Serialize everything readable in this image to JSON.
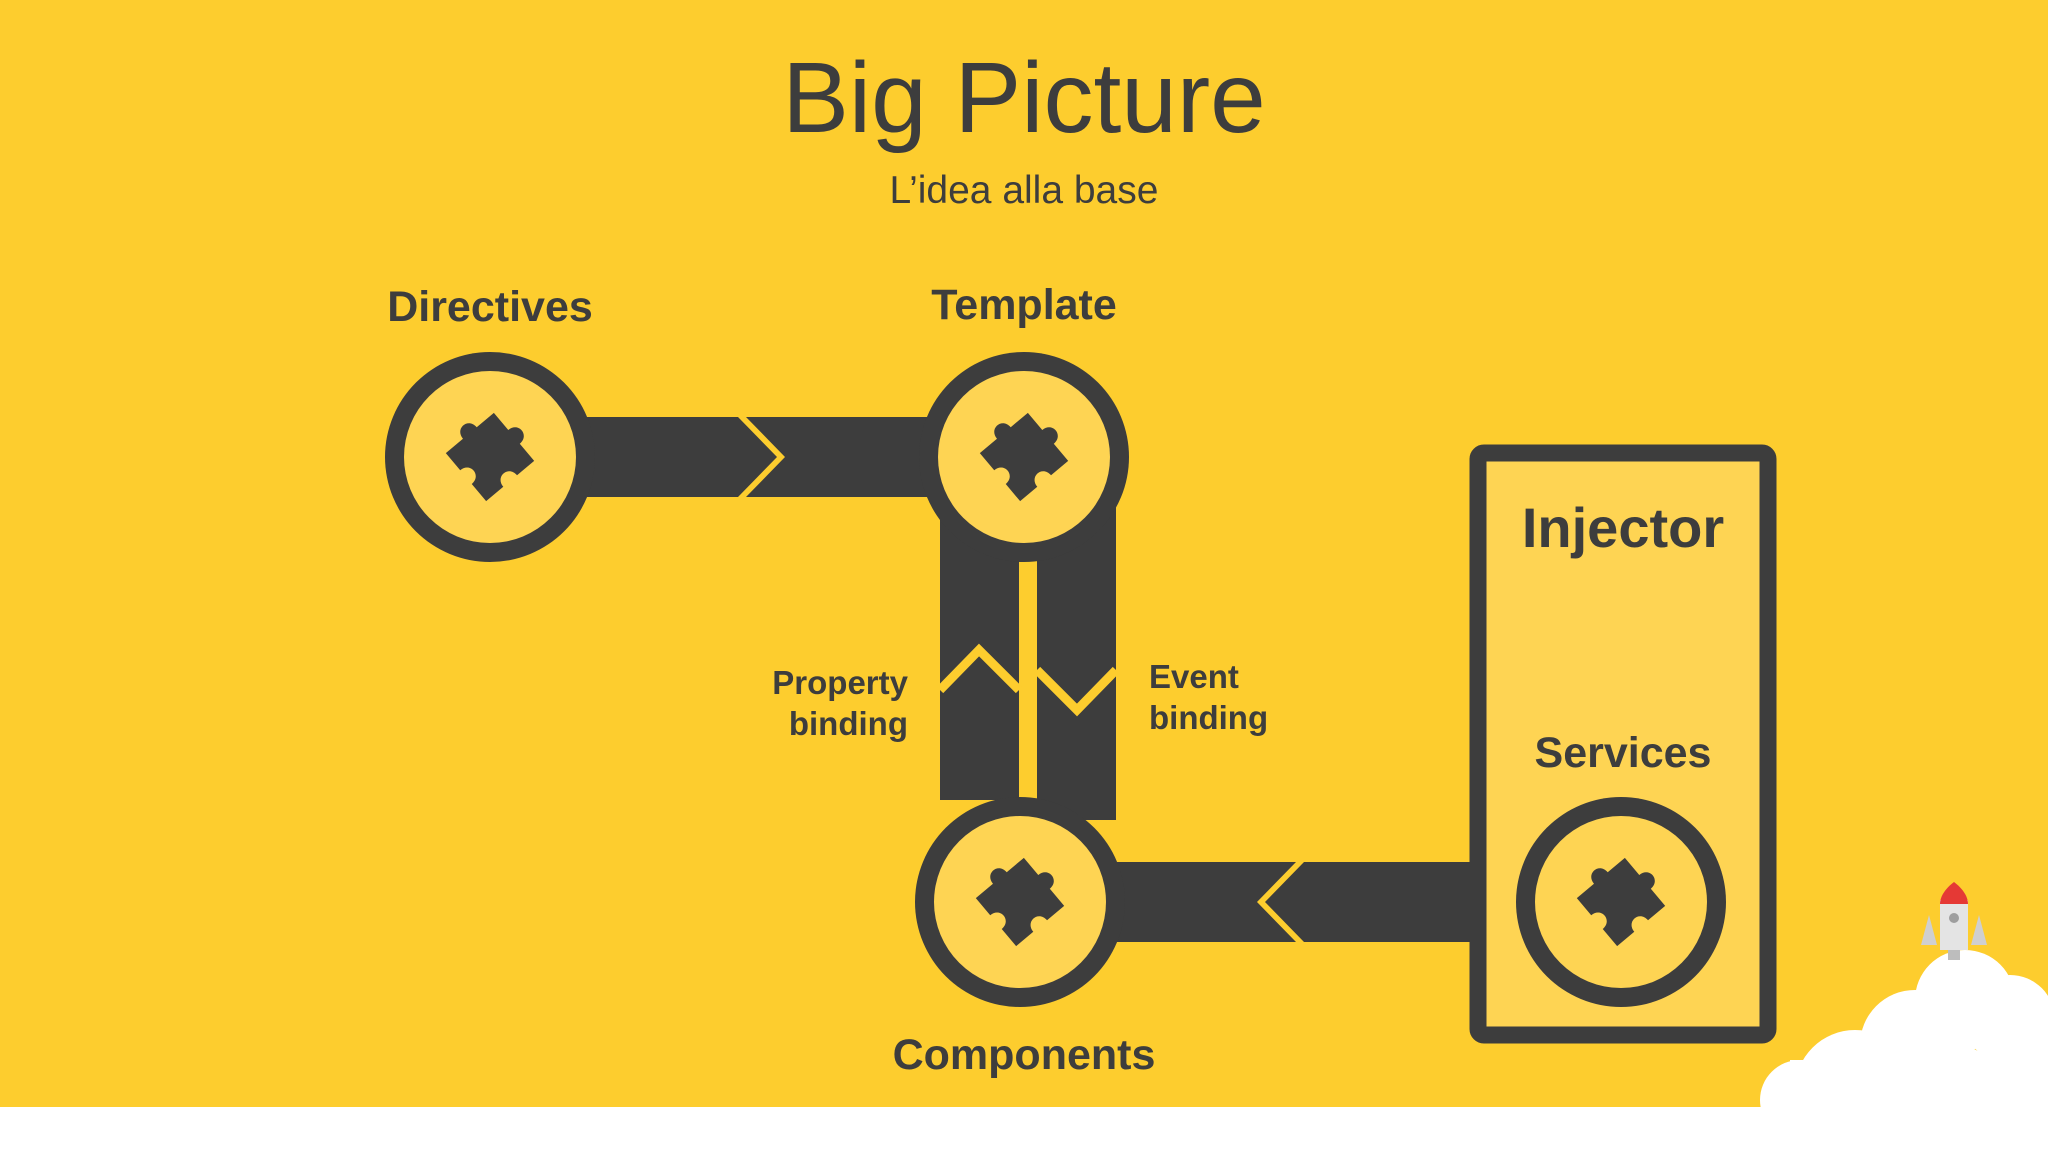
{
  "slide": {
    "title": "Big Picture",
    "subtitle": "L’idea alla base"
  },
  "nodes": {
    "directives": "Directives",
    "template": "Template",
    "components": "Components",
    "injector": "Injector",
    "services": "Services"
  },
  "bindings": {
    "property": [
      "Property",
      "binding"
    ],
    "event": [
      "Event",
      "binding"
    ]
  },
  "colors": {
    "background": "#FDCD2E",
    "dark": "#3D3D3D",
    "light_fill": "#FED453",
    "cloud": "#FFFFFF",
    "rocket_tip": "#E53935"
  },
  "icons": [
    "puzzle-piece-icon",
    "rocket-icon",
    "cloud-icon"
  ]
}
